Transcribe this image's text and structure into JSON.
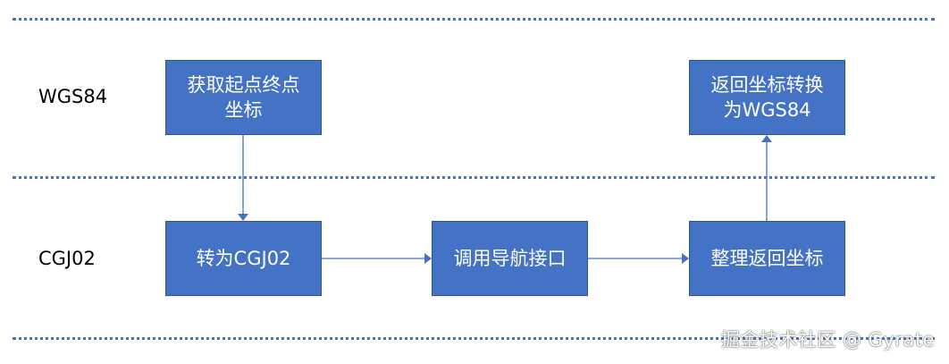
{
  "lanes": {
    "top_label": "WGS84",
    "bottom_label": "CGJ02"
  },
  "nodes": {
    "get_points": "获取起点终点坐标",
    "convert_gcj": "转为CGJ02",
    "call_nav_api": "调用导航接口",
    "organize_coords": "整理返回坐标",
    "return_wgs": "返回坐标转换为WGS84"
  },
  "edges": [
    {
      "from": "get_points",
      "to": "convert_gcj"
    },
    {
      "from": "convert_gcj",
      "to": "call_nav_api"
    },
    {
      "from": "call_nav_api",
      "to": "organize_coords"
    },
    {
      "from": "organize_coords",
      "to": "return_wgs"
    }
  ],
  "watermark": "掘金技术社区 @ Gyrate",
  "colors": {
    "node_fill": "#4472c4",
    "node_border": "#2f5597",
    "divider": "#4472c4",
    "arrow": "#4472c4"
  }
}
